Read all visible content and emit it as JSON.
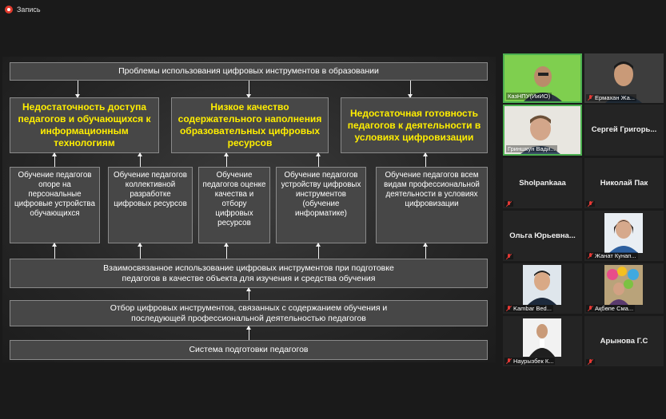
{
  "app": {
    "recording_label": "Запись"
  },
  "slide": {
    "title": "Проблемы использования цифровых инструментов в образовании",
    "problems": [
      "Недостаточность доступа педагогов и обучающихся к информационным технологиям",
      "Низкое качество содержательного наполнения образовательных цифровых ресурсов",
      "Недостаточная готовность педагогов к деятельности в условиях цифровизации"
    ],
    "items": [
      "Обучение педагогов опоре на персональные цифровые устройства обучающихся",
      "Обучение педагогов коллективной разработке цифровых ресурсов",
      "Обучение педагогов оценке качества и отбору цифровых ресурсов",
      "Обучение педагогов устройству цифровых инструментов (обучение информатике)",
      "Обучение педагогов всем видам профессиональной деятельности в условиях цифровизации"
    ],
    "level3": "Взаимосвязанное использование цифровых инструментов при подготовке педагогов в качестве объекта для изучения и средства обучения",
    "level2": "Отбор цифровых инструментов, связанных с содержанием обучения и последующей профессиональной деятельностью педагогов",
    "level1": "Система подготовки педагогов"
  },
  "participants": [
    {
      "label": "КазНПУ(ИиИО)"
    },
    {
      "label": "Ермахан Жа..."
    },
    {
      "label": "Гриншкун Вади..."
    },
    {
      "name": "Сергей Григорь..."
    },
    {
      "name": "Sholpankaaa"
    },
    {
      "name": "Николай Пак"
    },
    {
      "name": "Ольга Юрьевна..."
    },
    {
      "label": "Жанат Кунап..."
    },
    {
      "label": "Kambar Bed..."
    },
    {
      "label": "Ақбөпе Сма..."
    },
    {
      "label": "Наурызбек К..."
    },
    {
      "name": "Арынова Г.С"
    }
  ],
  "colors": {
    "active_speaker_border": "#4caf50",
    "problem_text": "#ffee00",
    "muted_icon": "#e53935"
  }
}
